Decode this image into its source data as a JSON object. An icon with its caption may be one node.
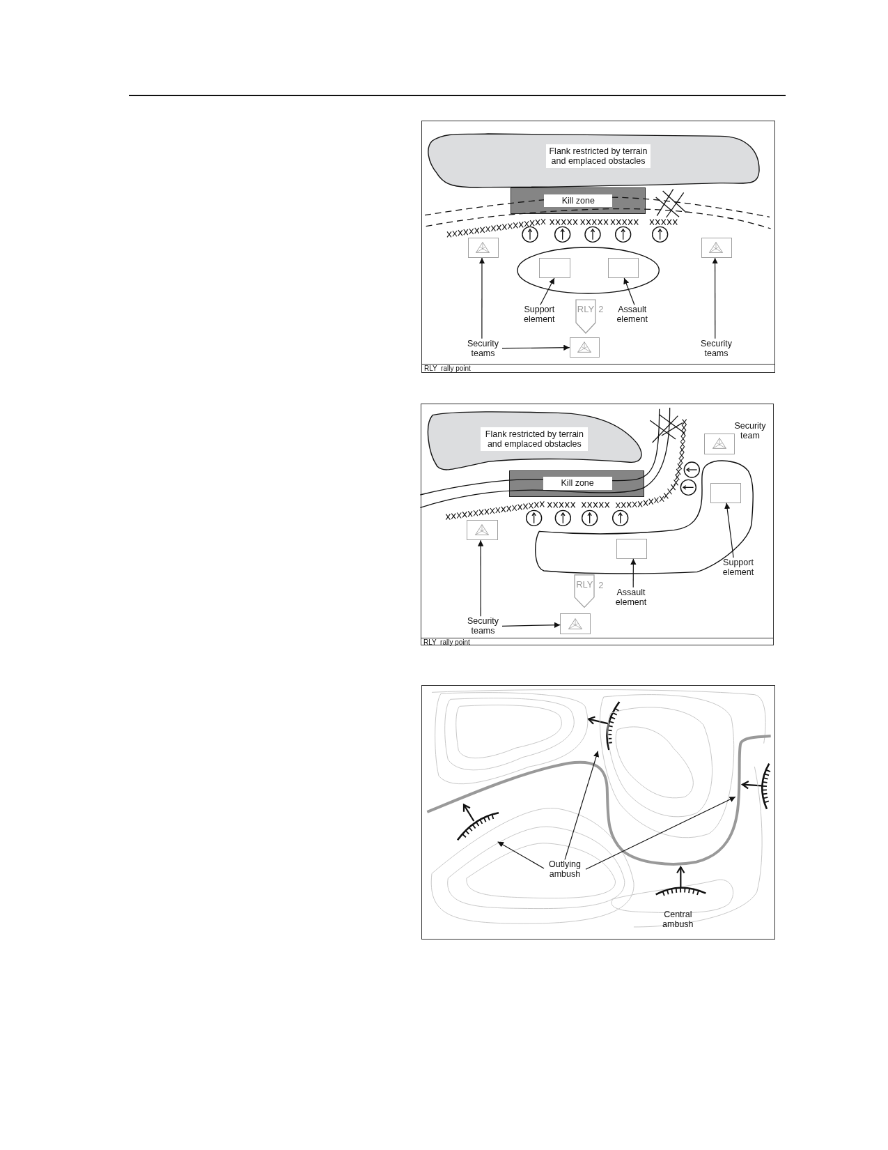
{
  "diagram": {
    "nodes": [
      {
        "text": [
          "RLY  rally point"
        ]
      },
      {
        "text": [
          "Flank restricted by terrain and emplaced obstacles"
        ],
        "in": 0
      },
      {
        "text": [
          "Kill zone"
        ],
        "in": 0
      },
      {
        "text": [],
        "shape": "box",
        "in": 0
      },
      {
        "text": [],
        "shape": "box",
        "in": 0
      },
      {
        "text": [],
        "shape": "ellipse",
        "in": 0
      },
      {
        "text": [],
        "shape": "box",
        "in": 5
      },
      {
        "text": [],
        "shape": "box",
        "in": 5
      },
      {
        "text": [
          "RLY"
        ],
        "beside": [
          "2"
        ],
        "in": 0
      },
      {
        "text": [
          "Support element"
        ],
        "in": 0
      },
      {
        "text": [
          "Assault element"
        ],
        "in": 0
      },
      {
        "text": [
          "Security teams"
        ],
        "in": 0
      },
      {
        "text": [
          "Security teams"
        ],
        "in": 0
      },
      {
        "text": [],
        "shape": "box",
        "in": 0
      },
      {
        "text": [
          "RLY  rally point"
        ]
      },
      {
        "text": [
          "Flank restricted by terrain and emplaced obstacles"
        ],
        "in": 14
      },
      {
        "text": [
          "Kill zone"
        ],
        "in": 14
      },
      {
        "text": [],
        "shape": "box",
        "beside": [
          "Security team"
        ],
        "in": 14
      },
      {
        "text": [],
        "shape": "blob",
        "in": 14
      },
      {
        "text": [],
        "shape": "box",
        "in": 18
      },
      {
        "text": [],
        "shape": "box",
        "in": 18
      },
      {
        "text": [],
        "shape": "box",
        "in": 14
      },
      {
        "text": [
          "RLY"
        ],
        "beside": [
          "2"
        ],
        "in": 14
      },
      {
        "text": [
          "Support element"
        ],
        "in": 14
      },
      {
        "text": [
          "Assault element"
        ],
        "in": 14
      },
      {
        "text": [
          "Security teams"
        ],
        "in": 14
      },
      {
        "text": [],
        "shape": "box",
        "in": 14
      },
      {
        "text": [],
        "shape": "box"
      },
      {
        "text": [],
        "shape": "arc",
        "in": 27
      },
      {
        "text": [],
        "shape": "arc",
        "in": 27
      },
      {
        "text": [],
        "shape": "arc",
        "in": 27
      },
      {
        "text": [
          "Outlying ambush"
        ],
        "in": 27
      }
    ],
    "edges": [
      {
        "from": 9,
        "to": 6,
        "arrow": "to"
      },
      {
        "from": 10,
        "to": 7,
        "arrow": "to"
      },
      {
        "from": 11,
        "to": 3,
        "arrow": "to"
      },
      {
        "from": 11,
        "to": 13,
        "arrow": "to"
      },
      {
        "from": 12,
        "to": 4,
        "arrow": "to"
      },
      {
        "from": 23,
        "to": 19,
        "arrow": "to"
      },
      {
        "from": 24,
        "to": 20,
        "arrow": "to"
      },
      {
        "from": 25,
        "to": 21,
        "arrow": "to"
      },
      {
        "from": 25,
        "to": 26,
        "arrow": "to"
      },
      {
        "from": 31,
        "to": 30,
        "arrow": "to"
      },
      {
        "from": 31,
        "to": 28,
        "arrow": "to"
      },
      {
        "from": 31,
        "to": 29,
        "arrow": "to"
      }
    ],
    "labels": [
      "Central ambush"
    ]
  }
}
